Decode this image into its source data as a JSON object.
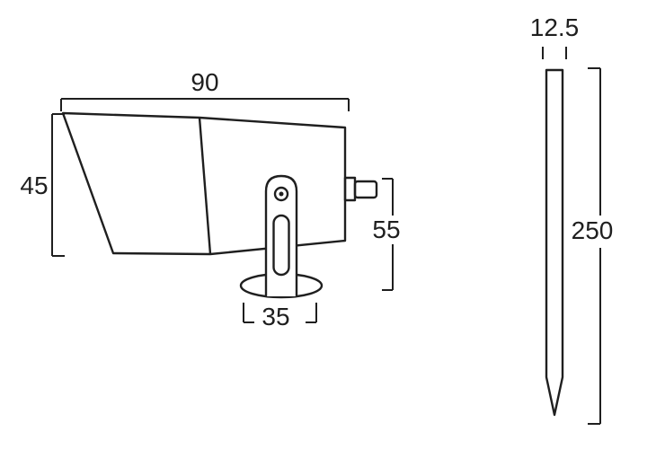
{
  "colors": {
    "line": "#1f1f1f",
    "background": "#ffffff"
  },
  "left_view": {
    "name": "spotlight-side-view",
    "dims": {
      "body_width": "90",
      "front_height": "45",
      "rear_height": "55",
      "base_width": "35"
    }
  },
  "right_view": {
    "name": "ground-spike-view",
    "dims": {
      "spike_width": "12.5",
      "spike_length": "250"
    }
  }
}
